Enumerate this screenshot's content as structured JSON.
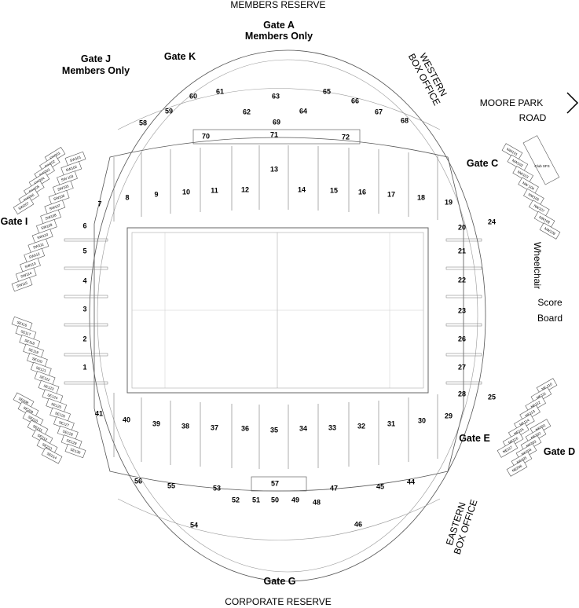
{
  "headings": {
    "top": "MEMBERS RESERVE",
    "bottom": "CORPORATE RESERVE",
    "gate_a": "Gate A",
    "gate_a_note": "Members Only",
    "gate_j": "Gate J",
    "gate_j_note": "Members Only",
    "gate_k": "Gate K",
    "gate_c": "Gate C",
    "gate_i": "Gate I",
    "gate_d": "Gate D",
    "gate_e": "Gate E",
    "gate_g": "Gate G",
    "western_box_office_1": "WESTERN",
    "western_box_office_2": "BOX OFFICE",
    "eastern_box_office_1": "EASTERN",
    "eastern_box_office_2": "BOX OFFICE",
    "moore_park_1": "MOORE PARK",
    "moore_park_2": "ROAD",
    "wheelchair": "Wheelchair",
    "score_board_1": "Score",
    "score_board_2": "Board",
    "club": "Club SFS"
  },
  "icons": {
    "road_direction": "chevron-right-icon"
  },
  "sections": [
    "1",
    "2",
    "3",
    "4",
    "5",
    "6",
    "7",
    "8",
    "9",
    "10",
    "11",
    "12",
    "13",
    "14",
    "15",
    "16",
    "17",
    "18",
    "19",
    "20",
    "21",
    "22",
    "23",
    "24",
    "25",
    "26",
    "27",
    "28",
    "29",
    "30",
    "31",
    "32",
    "33",
    "34",
    "35",
    "36",
    "37",
    "38",
    "39",
    "40",
    "41",
    "44",
    "45",
    "46",
    "47",
    "48",
    "49",
    "50",
    "51",
    "52",
    "53",
    "54",
    "55",
    "56",
    "57",
    "58",
    "59",
    "60",
    "61",
    "62",
    "63",
    "64",
    "65",
    "66",
    "67",
    "68",
    "69",
    "70",
    "71",
    "72"
  ],
  "boxes": {
    "sw_outer": [
      "SW201",
      "SW202",
      "SW203",
      "SW204",
      "SW205",
      "SW206",
      "SW207"
    ],
    "sw_inner": [
      "SW101",
      "SW102",
      "SW 103",
      "SW105",
      "SW106",
      "SW107",
      "SW108",
      "SW109",
      "SW110",
      "SW111",
      "SW112",
      "SW113",
      "SW114",
      "SW115"
    ],
    "se_inner": [
      "SE116",
      "SE117",
      "SE118",
      "SE119",
      "SE120",
      "SE121",
      "SE122",
      "SE123",
      "SE124",
      "SE125",
      "SE126",
      "SE127",
      "SE128",
      "SE129",
      "SE130"
    ],
    "se_outer": [
      "SE208",
      "SE209",
      "SE210",
      "SE211",
      "SE212",
      "SE213",
      "SE214"
    ],
    "nw": [
      "NW101",
      "NW102",
      "NW103",
      "NW 104",
      "NW106",
      "NW107",
      "NW108",
      "NW109"
    ],
    "ne_inner": [
      "NE 110",
      "NE111",
      "NE112",
      "NE113",
      "NE114",
      "NE115",
      "NE116",
      "NE117"
    ],
    "ne_outer": [
      "NE201",
      "NE202",
      "NE203",
      "NE204",
      "NE205",
      "NE206"
    ]
  }
}
